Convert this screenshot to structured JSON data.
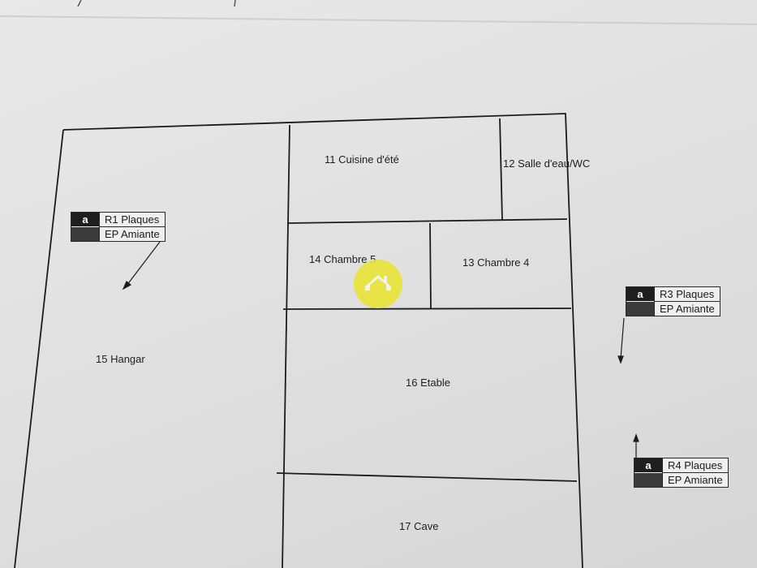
{
  "rooms": {
    "hangar": "15 Hangar",
    "cuisine": "11 Cuisine d'été",
    "salle_eau": "12 Salle d'eau/WC",
    "chambre5": "14 Chambre 5",
    "chambre4": "13 Chambre 4",
    "etable": "16 Etable",
    "cave": "17 Cave"
  },
  "tags": [
    {
      "icon": "a",
      "line1": "R1 Plaques",
      "line2": "EP Amiante"
    },
    {
      "icon": "a",
      "line1": "R3 Plaques",
      "line2": "EP Amiante"
    },
    {
      "icon": "a",
      "line1": "R4 Plaques",
      "line2": "EP Amiante"
    }
  ],
  "colors": {
    "line": "#1c1c1c",
    "logo": "#e9e43a"
  }
}
